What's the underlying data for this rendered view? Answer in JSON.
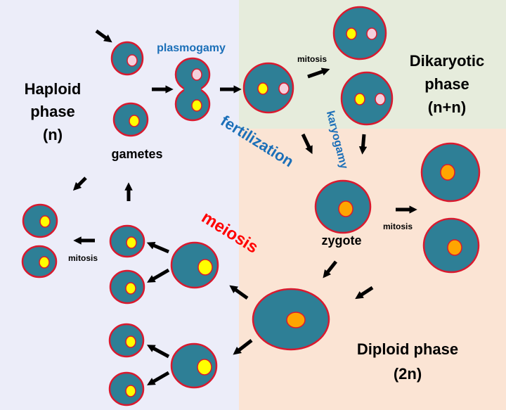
{
  "labels": {
    "haploid_line1": "Haploid",
    "haploid_line2": "phase",
    "haploid_line3": "(n)",
    "dikaryotic_line1": "Dikaryotic",
    "dikaryotic_line2": "phase",
    "dikaryotic_line3": "(n+n)",
    "diploid_line1": "Diploid phase",
    "diploid_line2": "(2n)",
    "gametes": "gametes",
    "plasmogamy": "plasmogamy",
    "fertilization": "fertilization",
    "karyogamy": "karyogamy",
    "zygote": "zygote",
    "meiosis": "meiosis",
    "mitosis_top": "mitosis",
    "mitosis_right": "mitosis",
    "mitosis_left": "mitosis"
  },
  "colors": {
    "cell_fill": "#2e7f96",
    "cell_border": "#d9192e",
    "haploid_nucleus_yellow": "#ffff00",
    "haploid_nucleus_pink": "#f5d0dc",
    "diploid_nucleus": "#ffa500",
    "plasmogamy_text": "#1b6fb8",
    "meiosis_text": "#ff0000",
    "arrow": "#000000"
  }
}
